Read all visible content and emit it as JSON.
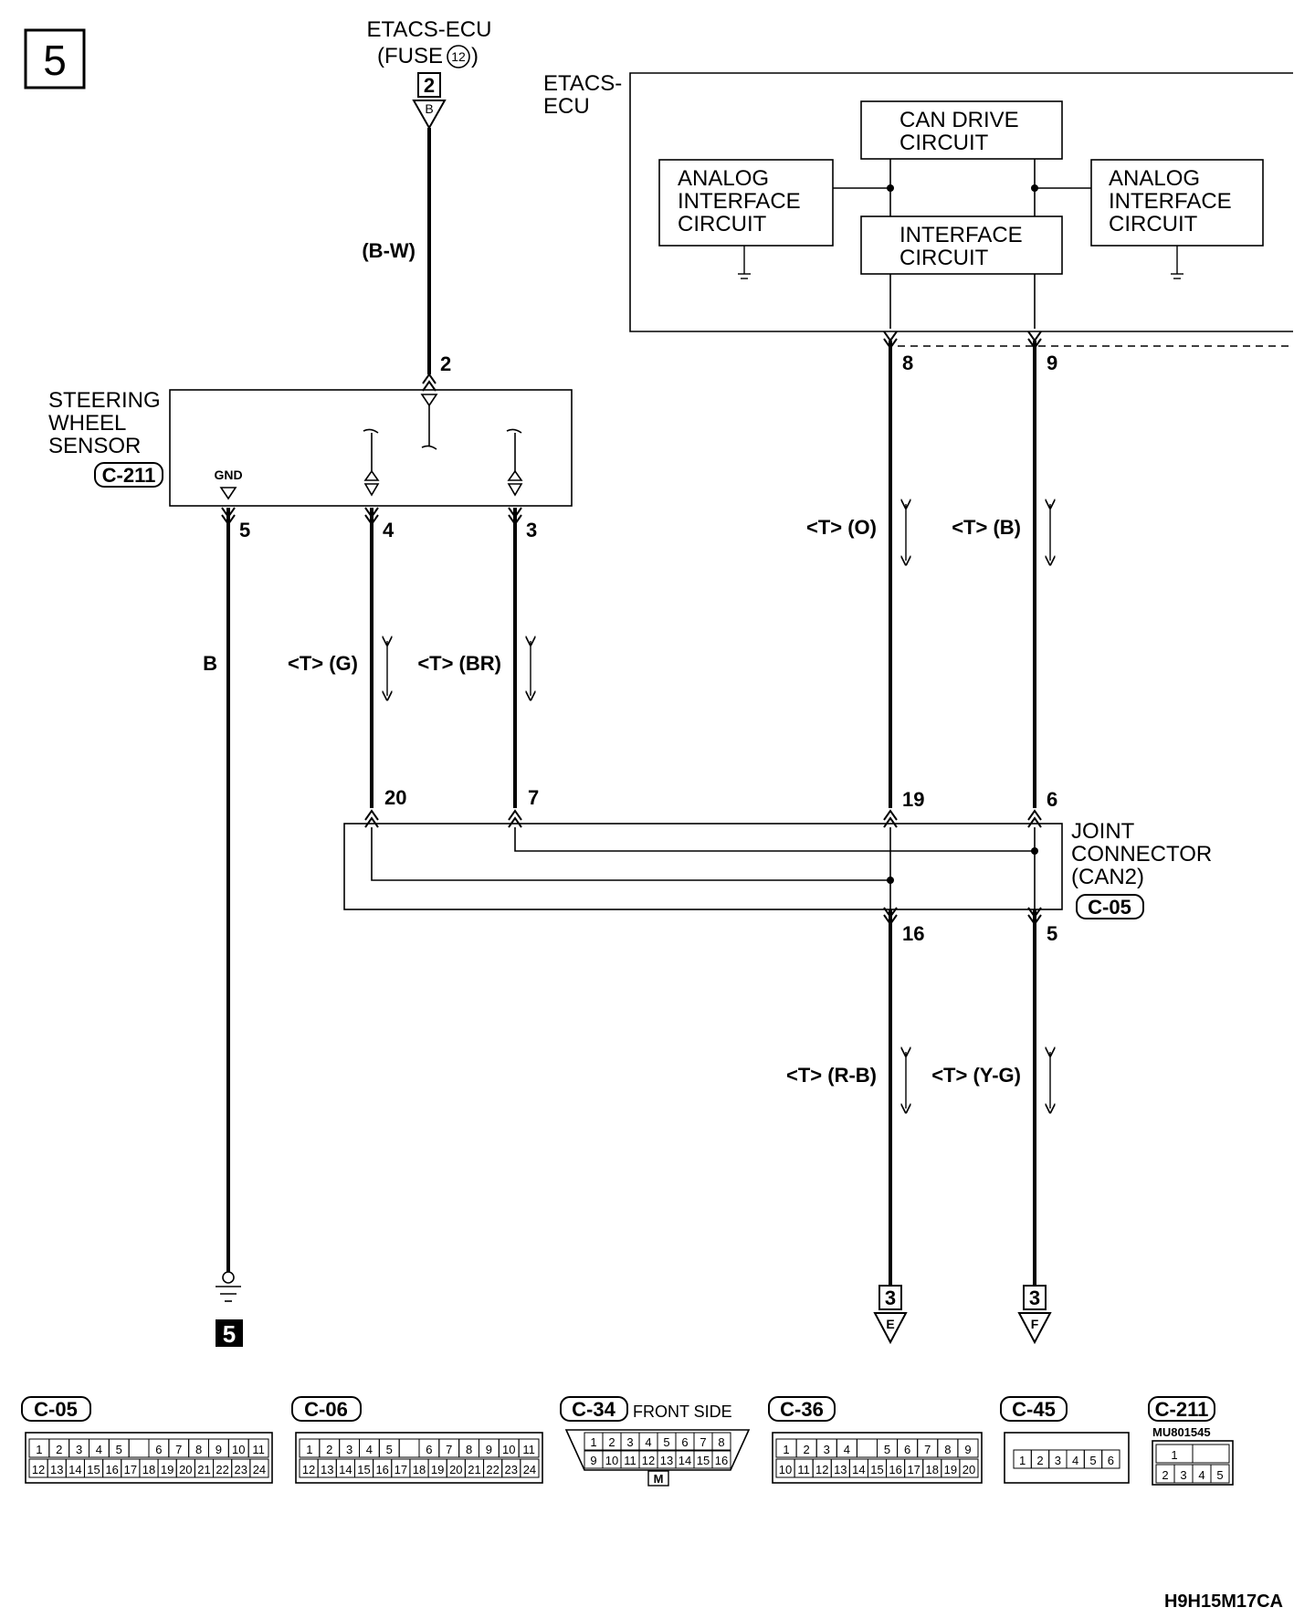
{
  "sheet": {
    "number": "5",
    "drawing_code": "H9H15M17CA"
  },
  "etacs_fuse": {
    "line1": "ETACS-ECU",
    "line2": "(FUSE",
    "fuse_no": "12",
    "line2_end": ")",
    "conn_no": "2",
    "tri": "B"
  },
  "etacs_ecu": {
    "label_line1": "ETACS-",
    "label_line2": "ECU"
  },
  "ecu_blocks": {
    "can_drive": [
      "CAN DRIVE",
      "CIRCUIT"
    ],
    "interface": [
      "INTERFACE",
      "CIRCUIT"
    ],
    "analog_left": [
      "ANALOG",
      "INTERFACE",
      "CIRCUIT"
    ],
    "analog_right": [
      "ANALOG",
      "INTERFACE",
      "CIRCUIT"
    ]
  },
  "sws": {
    "lines": [
      "STEERING",
      "WHEEL",
      "SENSOR"
    ],
    "connector": "C-211",
    "gnd": "GND"
  },
  "pins": {
    "fuse_in": "2",
    "sws_gnd": "5",
    "sws_4": "4",
    "sws_3": "3",
    "ecu_8": "8",
    "ecu_9": "9",
    "jc_20": "20",
    "jc_7": "7",
    "jc_19": "19",
    "jc_6": "6",
    "jc_16": "16",
    "jc_5": "5"
  },
  "wires": {
    "bw": "(B-W)",
    "b": "B",
    "g": "<T> (G)",
    "br": "<T> (BR)",
    "o": "<T> (O)",
    "bb": "<T> (B)",
    "rb": "<T> (R-B)",
    "yg": "<T> (Y-G)"
  },
  "joint": {
    "lines": [
      "JOINT",
      "CONNECTOR",
      "(CAN2)"
    ],
    "connector": "C-05"
  },
  "ground_ref": "5",
  "offpage": [
    {
      "page": "3",
      "letter": "E"
    },
    {
      "page": "3",
      "letter": "F"
    }
  ],
  "connector_list": {
    "c05": {
      "label": "C-05",
      "row1": [
        "1",
        "2",
        "3",
        "4",
        "5",
        "",
        "6",
        "7",
        "8",
        "9",
        "10",
        "11"
      ],
      "row2": [
        "12",
        "13",
        "14",
        "15",
        "16",
        "17",
        "18",
        "19",
        "20",
        "21",
        "22",
        "23",
        "24"
      ]
    },
    "c06": {
      "label": "C-06",
      "row1": [
        "1",
        "2",
        "3",
        "4",
        "5",
        "",
        "6",
        "7",
        "8",
        "9",
        "10",
        "11"
      ],
      "row2": [
        "12",
        "13",
        "14",
        "15",
        "16",
        "17",
        "18",
        "19",
        "20",
        "21",
        "22",
        "23",
        "24"
      ]
    },
    "c34": {
      "label": "C-34",
      "note": "FRONT SIDE",
      "row1": [
        "1",
        "2",
        "3",
        "4",
        "5",
        "6",
        "7",
        "8"
      ],
      "row2": [
        "9",
        "10",
        "11",
        "12",
        "13",
        "14",
        "15",
        "16"
      ],
      "tag": "M"
    },
    "c36": {
      "label": "C-36",
      "row1": [
        "1",
        "2",
        "3",
        "4",
        "",
        "5",
        "6",
        "7",
        "8",
        "9"
      ],
      "row2": [
        "10",
        "11",
        "12",
        "13",
        "14",
        "15",
        "16",
        "17",
        "18",
        "19",
        "20"
      ]
    },
    "c45": {
      "label": "C-45",
      "row1": [
        "1",
        "2",
        "3",
        "4",
        "5",
        "6"
      ]
    },
    "c211": {
      "label": "C-211",
      "code": "MU801545",
      "row1": [
        "1",
        ""
      ],
      "row2": [
        "2",
        "3",
        "4",
        "5"
      ]
    }
  }
}
